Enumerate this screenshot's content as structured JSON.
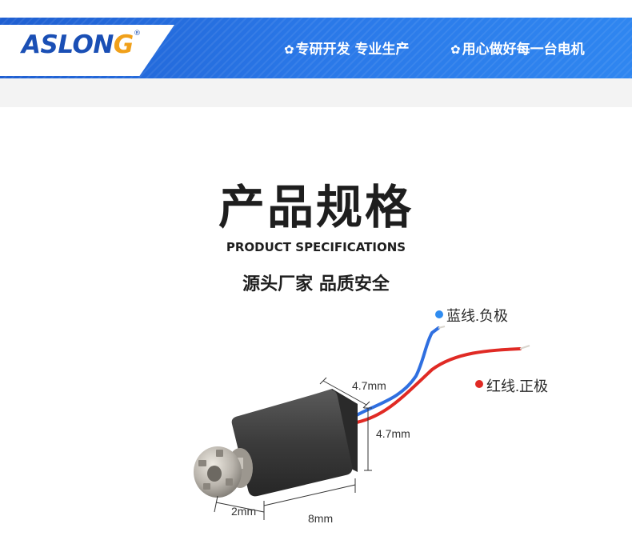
{
  "banner": {
    "logo_main": "ASLON",
    "logo_g": "G",
    "logo_reg": "®",
    "slogan_1": "专研开发 专业生产",
    "slogan_2": "用心做好每一台电机",
    "icon": "gear-icon"
  },
  "title": {
    "cn": "产品规格",
    "en": "PRODUCT SPECIFICATIONS",
    "sub": "源头厂家 品质安全"
  },
  "product": {
    "blue_wire_label": "蓝线.负极",
    "red_wire_label": "红线.正极",
    "width": "4.7mm",
    "height": "4.7mm",
    "length": "8mm",
    "head": "2mm",
    "colors": {
      "blue_wire": "#2f6fe0",
      "red_wire": "#e02a24",
      "body": "#3a3a3a",
      "metal": "#b9b4ac"
    }
  }
}
